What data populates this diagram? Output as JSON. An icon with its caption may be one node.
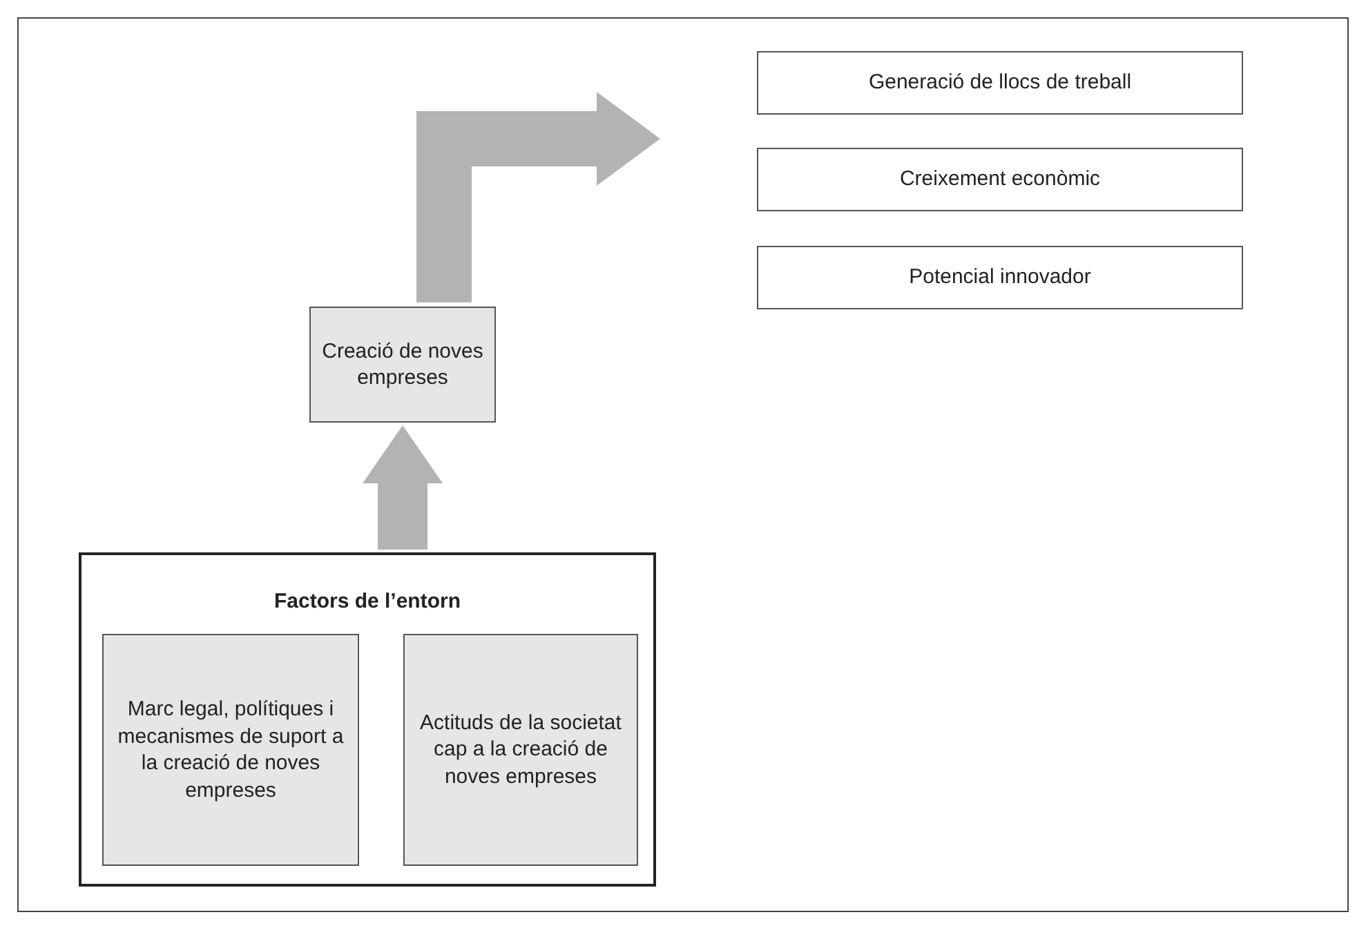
{
  "diagram": {
    "nodes": [
      {
        "text": [
          "Factors de l’entorn"
        ]
      },
      {
        "text": [
          "Marc legal, polítiques i mecanismes de suport a la creació de noves empreses"
        ],
        "in": 0
      },
      {
        "text": [
          "Actituds de la societat cap a la creació de noves empreses"
        ],
        "in": 0
      },
      {
        "text": [
          "Creació de noves empreses"
        ]
      },
      {
        "text": [
          "Generació de llocs de treball"
        ]
      },
      {
        "text": [
          "Creixement econòmic"
        ]
      },
      {
        "text": [
          "Potencial innovador"
        ]
      }
    ],
    "edges": [
      {
        "from": 0,
        "to": 3,
        "arrow": "to",
        "style": "thick"
      },
      {
        "from": 3,
        "to": 4,
        "arrow": "to",
        "style": "thick"
      },
      {
        "from": 3,
        "to": 5,
        "arrow": "to",
        "style": "thick"
      },
      {
        "from": 3,
        "to": 6,
        "arrow": "to",
        "style": "thick"
      }
    ]
  }
}
